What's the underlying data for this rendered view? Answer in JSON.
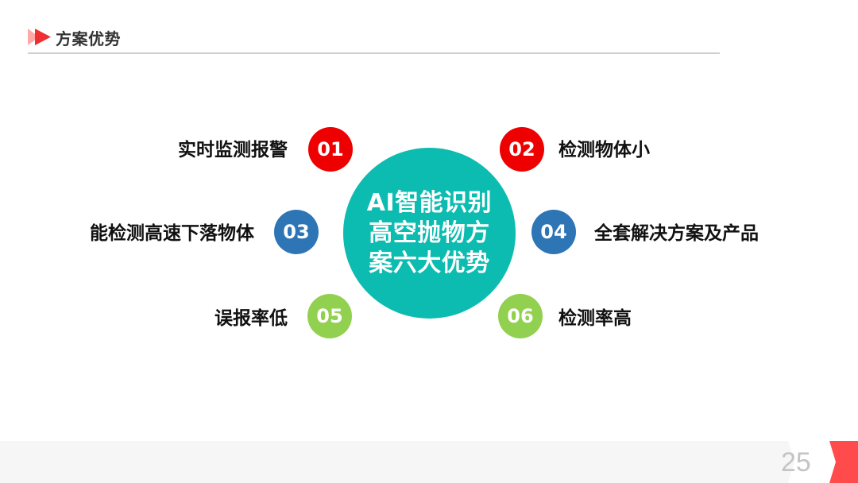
{
  "header": {
    "title": "方案优势",
    "icon": "double-play-arrow-icon"
  },
  "center": {
    "lines": [
      "AI智能识别",
      "高空抛物方",
      "案六大优势"
    ],
    "color": "#0dbcb0"
  },
  "advantages": [
    {
      "num": "01",
      "label": "实时监测报警",
      "color": "#ee0000",
      "side": "left"
    },
    {
      "num": "02",
      "label": "检测物体小",
      "color": "#ee0000",
      "side": "right"
    },
    {
      "num": "03",
      "label": "能检测高速下落物体",
      "color": "#2e75b6",
      "side": "left"
    },
    {
      "num": "04",
      "label": "全套解决方案及产品",
      "color": "#2e75b6",
      "side": "right"
    },
    {
      "num": "05",
      "label": "误报率低",
      "color": "#92d050",
      "side": "left"
    },
    {
      "num": "06",
      "label": "检测率高",
      "color": "#92d050",
      "side": "right"
    }
  ],
  "footer": {
    "page_number": "25",
    "band_color": "#f6f6f6",
    "accent_color": "#ff4b4b"
  }
}
